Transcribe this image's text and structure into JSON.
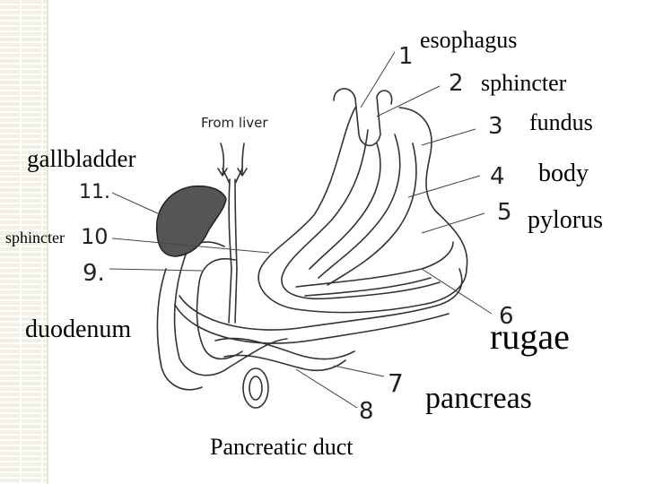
{
  "labels": {
    "esophagus": "esophagus",
    "sphincter_top": "sphincter",
    "fundus": "fundus",
    "body": "body",
    "pylorus": "pylorus",
    "gallbladder": "gallbladder",
    "sphincter_left": "sphincter",
    "duodenum": "duodenum",
    "rugae": "rugae",
    "pancreas": "pancreas",
    "pancreatic_duct": "Pancreatic duct"
  },
  "handwritten": {
    "from_liver": "From liver",
    "n1": "1",
    "n2": "2",
    "n3": "3",
    "n4": "4",
    "n5": "5",
    "n6": "6",
    "n7": "7",
    "n8": "8",
    "n9": "9.",
    "n10": "10",
    "n11": "11."
  }
}
